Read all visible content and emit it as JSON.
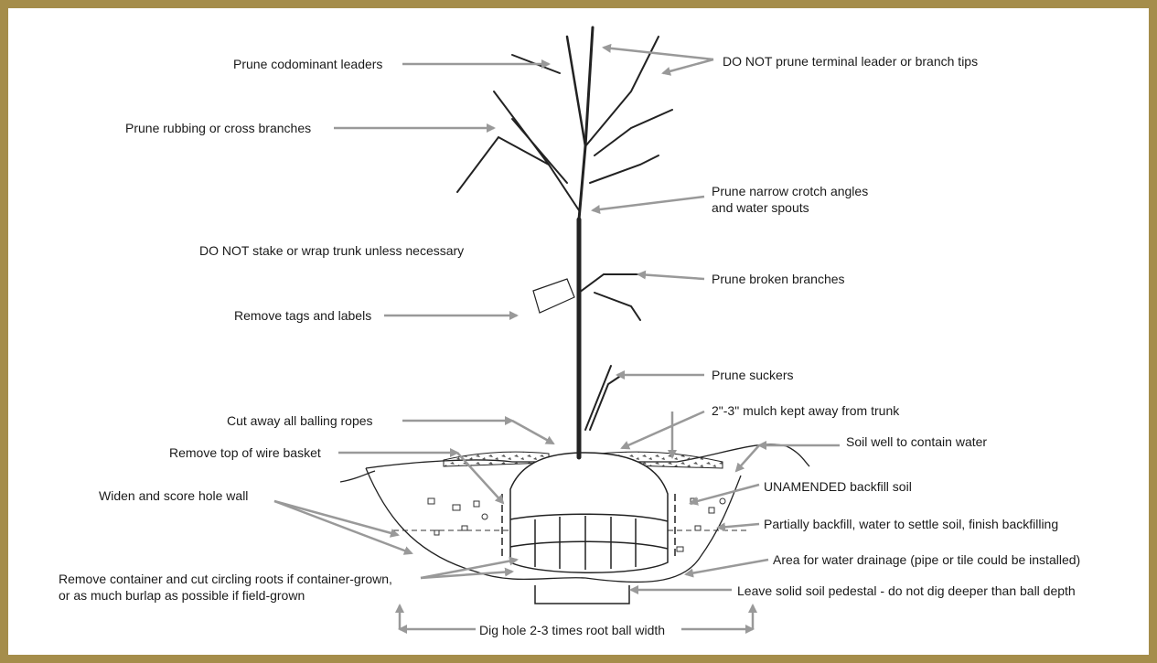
{
  "labels": {
    "prune_codominant": "Prune codominant leaders",
    "do_not_prune_tips": "DO NOT  prune terminal leader or branch tips",
    "prune_rubbing": "Prune rubbing or cross branches",
    "prune_narrow_crotch": "Prune narrow crotch angles\nand water spouts",
    "do_not_stake": "DO NOT stake or wrap trunk unless necessary",
    "prune_broken": "Prune broken branches",
    "remove_tags": "Remove tags and labels",
    "prune_suckers": "Prune suckers",
    "mulch": "2\"-3\" mulch kept away from trunk",
    "cut_ropes": "Cut away all balling ropes",
    "soil_well": "Soil well to contain water",
    "remove_basket": "Remove top of wire basket",
    "unamended": "UNAMENDED backfill soil",
    "widen_hole": "Widen and score hole wall",
    "partially_backfill": "Partially backfill, water to settle soil, finish backfilling",
    "drainage": "Area for water drainage (pipe or tile could be installed)",
    "remove_container": "Remove container and cut circling roots if container-grown,\nor as much burlap as possible if field-grown",
    "pedestal": "Leave solid soil pedestal - do not dig deeper than ball depth",
    "dig_hole": "Dig hole 2-3 times root ball width"
  },
  "colors": {
    "frame": "#a58d4b",
    "arrow": "#999999",
    "ink": "#1a1a1a"
  }
}
